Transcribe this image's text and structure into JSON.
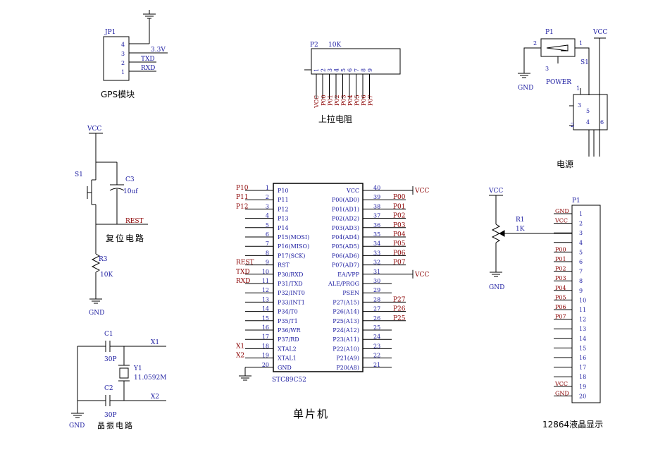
{
  "gps": {
    "ref": "JP1",
    "pins": [
      "4",
      "3",
      "2",
      "1"
    ],
    "nets": [
      "3.3V",
      "TXD",
      "RXD"
    ],
    "caption": "GPS模块"
  },
  "pullup": {
    "ref": "P2",
    "value": "10K",
    "pins": [
      "1",
      "2",
      "3",
      "4",
      "5",
      "6",
      "7",
      "8",
      "9"
    ],
    "nets": [
      "P00",
      "P01",
      "P02",
      "P03",
      "P04",
      "P05",
      "P06",
      "P07"
    ],
    "vcc": "VCC",
    "caption": "上拉电阻"
  },
  "power": {
    "jack": "P1",
    "jack_pins": [
      "1",
      "2",
      "3"
    ],
    "switch": "S1",
    "switch_label": "POWER",
    "switch_pins": [
      "1",
      "2",
      "3",
      "4",
      "5",
      "6"
    ],
    "vcc": "VCC",
    "gnd": "GND",
    "caption": "电源"
  },
  "reset": {
    "vcc": "VCC",
    "switch": "S1",
    "cap_ref": "C3",
    "cap_value": "10uf",
    "net": "REST",
    "res_ref": "R3",
    "res_value": "10K",
    "gnd": "GND",
    "caption": "复位电路"
  },
  "mcu": {
    "name": "STC89C52",
    "left_pins": [
      {
        "num": "1",
        "name": "P10",
        "net": "P10"
      },
      {
        "num": "2",
        "name": "P11",
        "net": "P11"
      },
      {
        "num": "3",
        "name": "P12",
        "net": "P12"
      },
      {
        "num": "4",
        "name": "P13",
        "net": ""
      },
      {
        "num": "5",
        "name": "P14",
        "net": ""
      },
      {
        "num": "6",
        "name": "P15(MOSI)",
        "net": ""
      },
      {
        "num": "7",
        "name": "P16(MISO)",
        "net": ""
      },
      {
        "num": "8",
        "name": "P17(SCK)",
        "net": ""
      },
      {
        "num": "9",
        "name": "RST",
        "net": "REST"
      },
      {
        "num": "10",
        "name": "P30/RXD",
        "net": "TXD"
      },
      {
        "num": "11",
        "name": "P31/TXD",
        "net": "RXD"
      },
      {
        "num": "12",
        "name": "P32/INT0",
        "net": ""
      },
      {
        "num": "13",
        "name": "P33/INT1",
        "net": ""
      },
      {
        "num": "14",
        "name": "P34/T0",
        "net": ""
      },
      {
        "num": "15",
        "name": "P35/T1",
        "net": ""
      },
      {
        "num": "16",
        "name": "P36/WR",
        "net": ""
      },
      {
        "num": "17",
        "name": "P37/RD",
        "net": ""
      },
      {
        "num": "18",
        "name": "XTAL2",
        "net": "X1"
      },
      {
        "num": "19",
        "name": "XTAL1",
        "net": "X2"
      },
      {
        "num": "20",
        "name": "GND",
        "net": ""
      }
    ],
    "right_pins": [
      {
        "num": "40",
        "name": "VCC",
        "net": "VCC"
      },
      {
        "num": "39",
        "name": "P00(AD0)",
        "net": "P00"
      },
      {
        "num": "38",
        "name": "P01(AD1)",
        "net": "P01"
      },
      {
        "num": "37",
        "name": "P02(AD2)",
        "net": "P02"
      },
      {
        "num": "36",
        "name": "P03(AD3)",
        "net": "P03"
      },
      {
        "num": "35",
        "name": "P04(AD4)",
        "net": "P04"
      },
      {
        "num": "34",
        "name": "P05(AD5)",
        "net": "P05"
      },
      {
        "num": "33",
        "name": "P06(AD6)",
        "net": "P06"
      },
      {
        "num": "32",
        "name": "P07(AD7)",
        "net": "P07"
      },
      {
        "num": "31",
        "name": "EA/VPP",
        "net": "VCC"
      },
      {
        "num": "30",
        "name": "ALE/PROG",
        "net": ""
      },
      {
        "num": "29",
        "name": "PSEN",
        "net": ""
      },
      {
        "num": "28",
        "name": "P27(A15)",
        "net": "P27"
      },
      {
        "num": "27",
        "name": "P26(A14)",
        "net": "P26"
      },
      {
        "num": "26",
        "name": "P25(A13)",
        "net": "P25"
      },
      {
        "num": "25",
        "name": "P24(A12)",
        "net": ""
      },
      {
        "num": "24",
        "name": "P23(A11)",
        "net": ""
      },
      {
        "num": "23",
        "name": "P22(A10)",
        "net": ""
      },
      {
        "num": "22",
        "name": "P21(A9)",
        "net": ""
      },
      {
        "num": "21",
        "name": "P20(A8)",
        "net": ""
      }
    ],
    "caption": "单片机"
  },
  "crystal": {
    "c1_ref": "C1",
    "c1_value": "30P",
    "c2_ref": "C2",
    "c2_value": "30P",
    "y_ref": "Y1",
    "y_value": "11.0592M",
    "x1": "X1",
    "x2": "X2",
    "gnd": "GND",
    "caption": "晶振电路"
  },
  "lcd": {
    "ref": "P1",
    "pins": [
      "1",
      "2",
      "3",
      "4",
      "5",
      "6",
      "7",
      "8",
      "9",
      "10",
      "11",
      "12",
      "13",
      "14",
      "15",
      "16",
      "17",
      "18",
      "19",
      "20"
    ],
    "nets": [
      "GND",
      "VCC",
      "",
      "",
      "P00",
      "P01",
      "P02",
      "P03",
      "P04",
      "P05",
      "P06",
      "P07",
      "",
      "",
      "",
      "",
      "",
      "",
      "VCC",
      "GND"
    ],
    "pot_ref": "R1",
    "pot_value": "1K",
    "vcc": "VCC",
    "gnd": "GND",
    "caption": "12864液晶显示"
  },
  "colors": {
    "wire": "#000000",
    "label": "#1a1aa0",
    "net": "#8b0000"
  }
}
